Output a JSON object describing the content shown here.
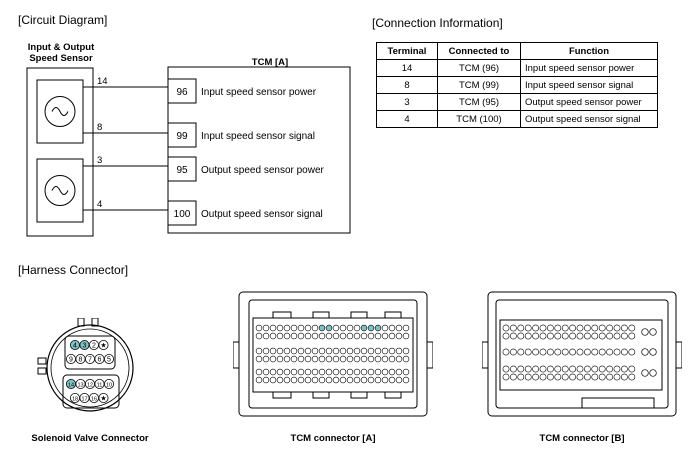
{
  "circuit": {
    "title": "[Circuit Diagram]",
    "sensor_label_1": "Input & Output",
    "sensor_label_2": "Speed Sensor",
    "tcm_label": "TCM [A]",
    "rows": [
      {
        "sensor_pin": "14",
        "tcm_pin": "96",
        "desc": "Input speed sensor power"
      },
      {
        "sensor_pin": "8",
        "tcm_pin": "99",
        "desc": "Input speed sensor signal"
      },
      {
        "sensor_pin": "3",
        "tcm_pin": "95",
        "desc": "Output speed sensor power"
      },
      {
        "sensor_pin": "4",
        "tcm_pin": "100",
        "desc": "Output speed sensor signal"
      }
    ]
  },
  "connection": {
    "title": "[Connection Information]",
    "headers": [
      "Terminal",
      "Connected to",
      "Function"
    ],
    "rows": [
      [
        "14",
        "TCM (96)",
        "Input speed sensor power"
      ],
      [
        "8",
        "TCM (99)",
        "Input speed sensor signal"
      ],
      [
        "3",
        "TCM (95)",
        "Output speed sensor power"
      ],
      [
        "4",
        "TCM (100)",
        "Output speed sensor signal"
      ]
    ]
  },
  "harness": {
    "title": "[Harness Connector]",
    "solenoid_caption": "Solenoid Valve Connector",
    "tcm_a_caption": "TCM connector [A]",
    "tcm_b_caption": "TCM connector [B]",
    "solenoid_pins": {
      "row1": [
        "4",
        "3",
        "2",
        "★"
      ],
      "row2": [
        "9",
        "8",
        "7",
        "6",
        "5"
      ],
      "row3": [
        "14",
        "13",
        "12",
        "11",
        "10"
      ],
      "row4": [
        "18",
        "17",
        "16",
        "★"
      ]
    },
    "highlight_color": "#7fc1c4"
  }
}
